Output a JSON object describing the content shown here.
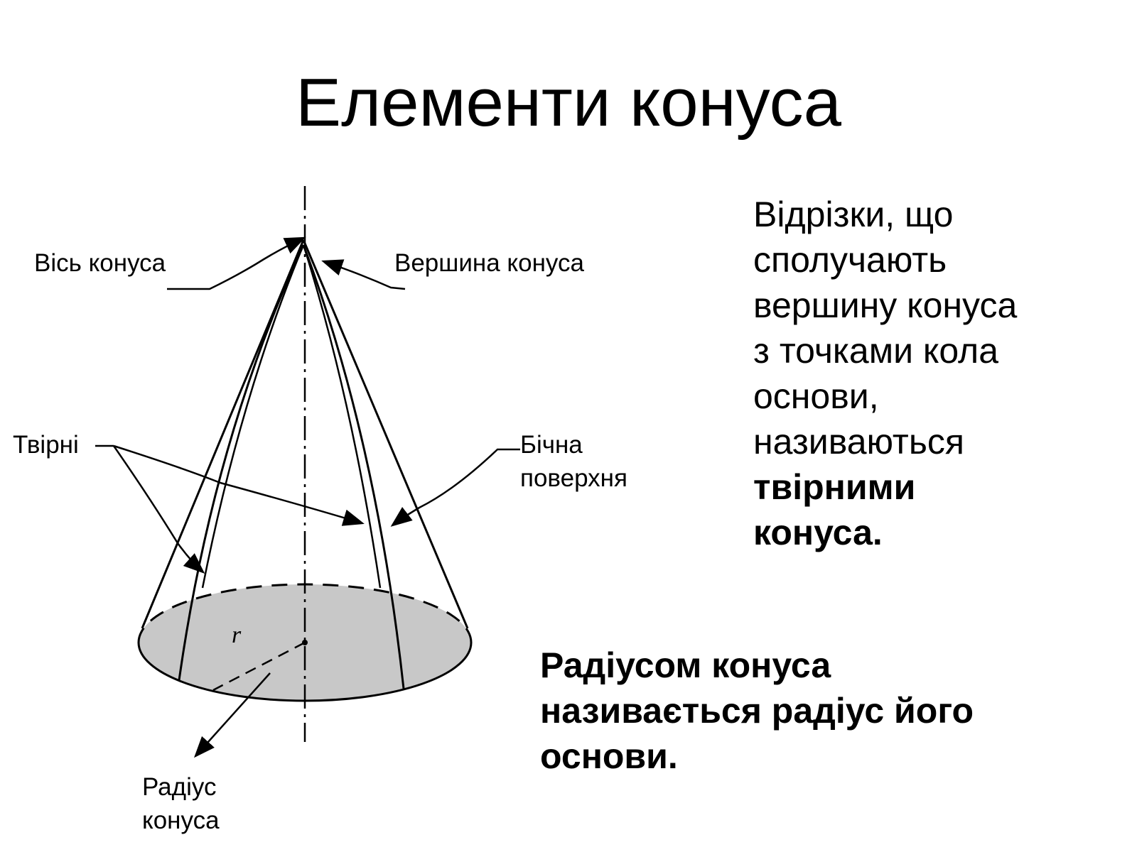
{
  "title": "Елементи конуса",
  "labels": {
    "axis": "Вісь конуса",
    "apex": "Вершина конуса",
    "generators": "Твірні",
    "lateral_1": "Бічна",
    "lateral_2": "поверхня",
    "radius_1": "Радіус",
    "radius_2": "конуса",
    "r": "r"
  },
  "definition_generators": {
    "lines": [
      "Відрізки, що",
      "сполучають",
      "вершину конуса",
      "з точками кола",
      "основи,",
      "називаються"
    ],
    "bold_lines": [
      "твірними",
      "конуса."
    ]
  },
  "definition_radius": {
    "lines": [
      "Радіусом конуса",
      "називається радіус його",
      "основи."
    ]
  },
  "colors": {
    "base_fill": "#c8c8c8",
    "ink": "#000000"
  }
}
